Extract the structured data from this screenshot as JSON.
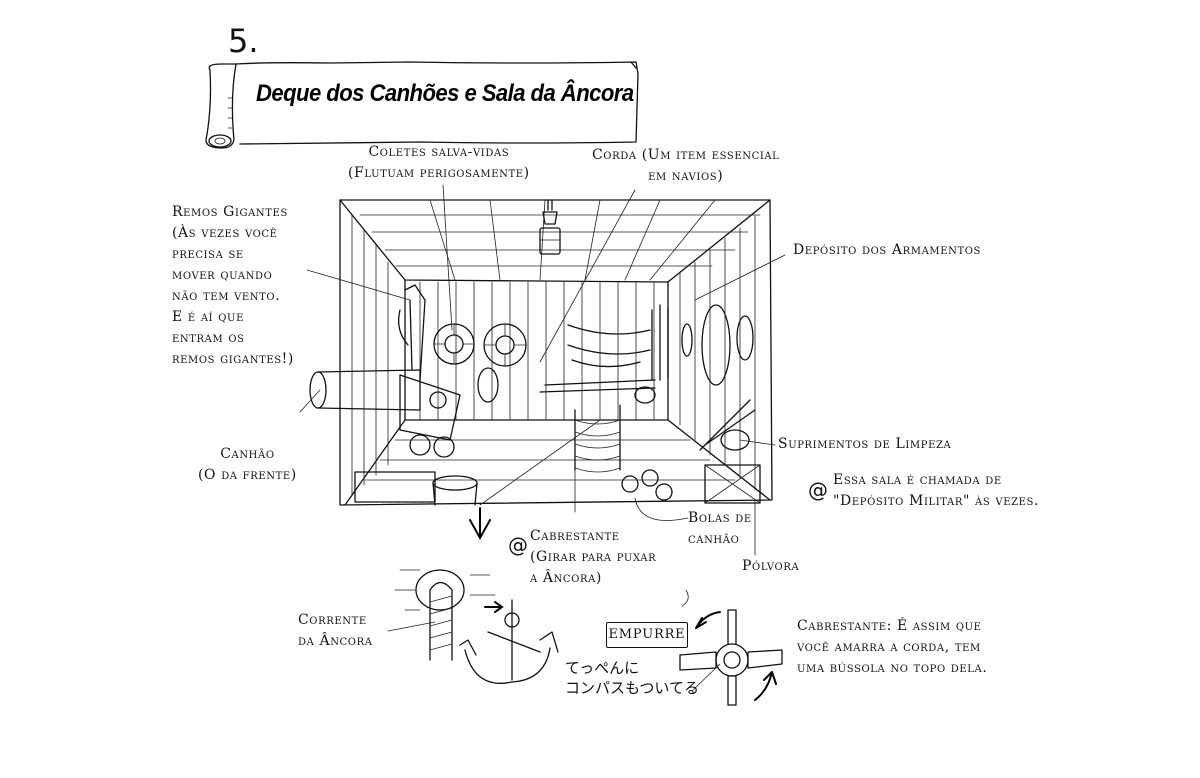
{
  "page": {
    "number": "5.",
    "title": "Deque dos Canhões e Sala da Âncora"
  },
  "labels": {
    "coletes": [
      "Coletes salva-vidas",
      "(Flutuam perigosamente)"
    ],
    "corda": [
      "Corda (Um item essencial",
      "em navios)"
    ],
    "remos": [
      "Remos Gigantes",
      "(Às vezes você",
      "precisa se",
      "mover quando",
      "não tem vento.",
      "E é aí que",
      "entram os",
      "remos gigantes!)"
    ],
    "deposito": "Depósito dos Armamentos",
    "suprimentos": "Suprimentos de Limpeza",
    "nota_sala": [
      "Essa sala é chamada de",
      "\"Depósito Militar\" às vezes."
    ],
    "canhao": [
      "Canhão",
      "(O da frente)"
    ],
    "cabrestante": [
      "Cabrestante",
      "(Girar para puxar",
      "a Âncora)"
    ],
    "bolas": [
      "Bolas de",
      "canhão"
    ],
    "polvora": "Pólvora",
    "corrente": [
      "Corrente",
      "da Âncora"
    ],
    "empurre": "EMPURRE",
    "japanese_note": [
      "てっぺんに",
      "コンパスもついてる"
    ],
    "cabrestante_nota": [
      "Cabrestante: É assim que",
      "você amarra a corda, tem",
      "uma bússola no topo dela."
    ]
  },
  "icons": {
    "spiral": "@"
  }
}
